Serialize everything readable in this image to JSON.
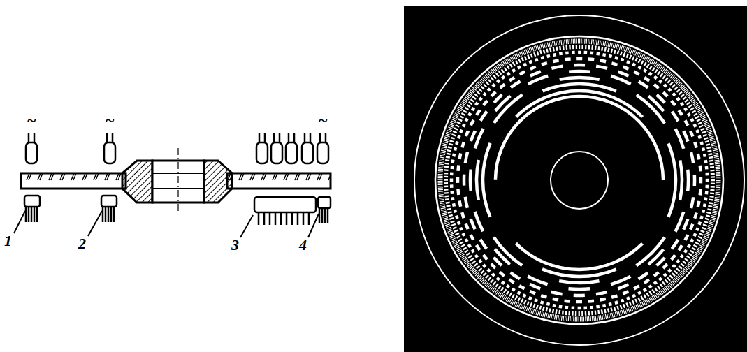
{
  "diagram": {
    "labels": [
      "~",
      "~",
      "~",
      "1",
      "2",
      "3",
      "4"
    ]
  }
}
